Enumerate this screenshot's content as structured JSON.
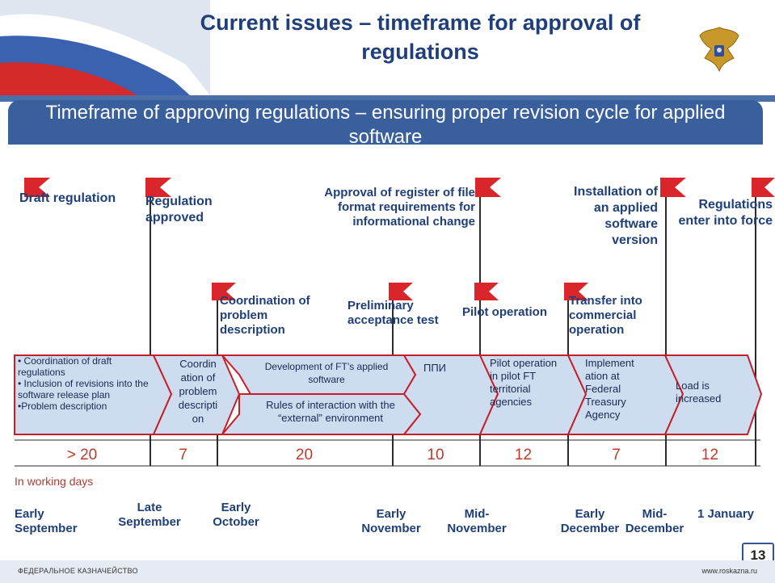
{
  "header": {
    "title": "Current issues – timeframe for approval of regulations"
  },
  "banner": {
    "text": "Timeframe of approving regulations –  ensuring proper revision cycle for applied software"
  },
  "milestones_top": [
    "Draft regulation",
    "Regulation approved",
    "Approval of register of file format requirements for informational change",
    "Installation of an applied software version",
    "Regulations enter into force"
  ],
  "milestones_mid": [
    "Coordination of problem description",
    "Preliminary acceptance test",
    "Pilot operation",
    "Transfer into commercial operation"
  ],
  "chevrons": {
    "c1": [
      "• Coordination of draft regulations",
      "• Inclusion of revisions into the software release plan",
      "•Problem description"
    ],
    "c2": "Coordin ation of problem descripti on",
    "c3_top": "Development of FT’s applied software",
    "c3_bottom": "Rules of interaction with the “external” environment",
    "c4": "ППИ",
    "c5": "Pilot operation in pilot FT territorial agencies",
    "c6": "Implement ation at Federal Treasury Agency",
    "c7": "Load is increased"
  },
  "durations": [
    "> 20",
    "7",
    "20",
    "10",
    "12",
    "7",
    "12"
  ],
  "units_note": "In working days",
  "dates": [
    "Early September",
    "Late September",
    "Early October",
    "Early November",
    "Mid-November",
    "Early December",
    "Mid-December",
    "1 January"
  ],
  "page_number": "13",
  "footer": {
    "left": "ФЕДЕРАЛЬНОЕ КАЗНАЧЕЙСТВО",
    "right": "www.roskazna.ru"
  },
  "colors": {
    "title": "#1f3f7a",
    "banner": "#3a5f9d",
    "flag": "#d9262a",
    "chevron_fill": "#cddcef",
    "chevron_stroke": "#c81e2a",
    "days": "#c0392b"
  }
}
